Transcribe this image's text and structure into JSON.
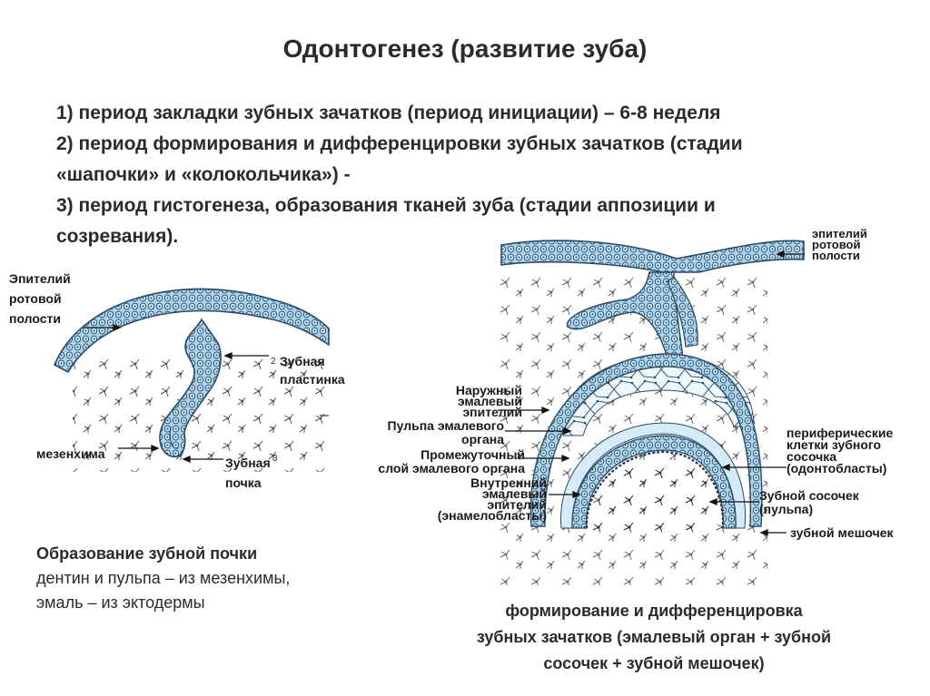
{
  "title": "Одонтогенез (развитие зуба)",
  "periods": [
    "1) период закладки зубных зачатков (период инициации) – 6-8 неделя",
    "2) период формирования и дифференцировки зубных зачатков (стадии",
    "«шапочки» и «колокольчика») -",
    "3) период гистогенеза, образования тканей зуба (стадии аппозиции и",
    "созревания)."
  ],
  "left_diagram": {
    "labels": {
      "oral_epithelium": [
        "Эпителий",
        "ротовой",
        "полости"
      ],
      "dental_lamina": [
        "Зубная",
        "пластинка"
      ],
      "mesenchyme": "мезенхима",
      "tooth_bud": [
        "Зубная",
        "почка"
      ],
      "marker_2": "2",
      "marker_3": "3"
    },
    "caption": {
      "heading": "Образование зубной почки",
      "line1": "дентин и пульпа – из мезенхимы,",
      "line2": "эмаль – из эктодермы"
    }
  },
  "right_diagram": {
    "labels": {
      "oral_epithelium": [
        "эпителий",
        "ротовой",
        "полости"
      ],
      "outer_enamel_epithelium": [
        "Наружный",
        "эмалевый",
        "эпителий"
      ],
      "enamel_pulp": [
        "Пульпа эмалевого",
        "органа"
      ],
      "intermediate_layer": [
        "Промежуточный",
        "слой эмалевого органа"
      ],
      "inner_enamel_epithelium": [
        "Внутренний",
        "эмалевый",
        "эпителий",
        "(энамелобласты)"
      ],
      "peripheral_cells": [
        "периферические",
        "клетки зубного",
        "сосочка",
        "(одонтобласты)"
      ],
      "dental_papilla": [
        "Зубной сосочек",
        "(пульпа)"
      ],
      "dental_sac": "зубной мешочек"
    },
    "caption": [
      "формирование и дифференцировка",
      "зубных зачатков (эмалевый орган + зубной",
      "сосочек + зубной мешочек)"
    ]
  },
  "colors": {
    "epithelium_fill": "#a9d3ea",
    "epithelium_stroke": "#2a4a66",
    "cell_stroke": "#333333"
  }
}
